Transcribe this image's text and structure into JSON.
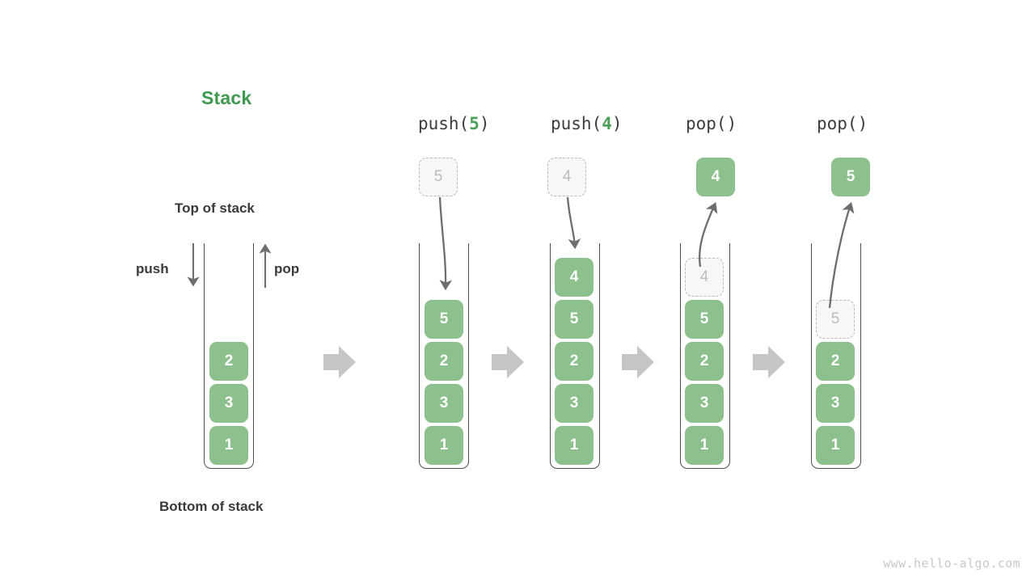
{
  "title": "Stack",
  "watermark": "www.hello-algo.com",
  "colors": {
    "node_green": "#8cc08c",
    "title_green": "#3f9950",
    "arg_green": "#4c9e59",
    "ghost_fill": "#f7f7f7",
    "ghost_border": "#b9b9b9",
    "ghost_text": "#bdbdbd",
    "wall": "#4d4d4d",
    "arrow_gray": "#c6c6c6",
    "curve_gray": "#6e6e6e",
    "text_dark": "#3a3a3a",
    "watermark_gray": "#c9c9c9"
  },
  "labels": {
    "top_of_stack": "Top of stack",
    "bottom_of_stack": "Bottom of stack",
    "push": "push",
    "pop": "pop"
  },
  "columns": [
    {
      "id": "initial",
      "header": null,
      "header_prefix": null,
      "header_arg": null,
      "header_suffix": null,
      "stack": [
        "2",
        "3",
        "1"
      ],
      "floating": null,
      "ghost_in_stack": null,
      "operation": null
    },
    {
      "id": "push-5",
      "header": "push(5)",
      "header_prefix": "push(",
      "header_arg": "5",
      "header_suffix": ")",
      "stack": [
        "5",
        "2",
        "3",
        "1"
      ],
      "floating": {
        "value": "5",
        "style": "ghost"
      },
      "ghost_in_stack": null,
      "operation": "push"
    },
    {
      "id": "push-4",
      "header": "push(4)",
      "header_prefix": "push(",
      "header_arg": "4",
      "header_suffix": ")",
      "stack": [
        "4",
        "5",
        "2",
        "3",
        "1"
      ],
      "floating": {
        "value": "4",
        "style": "ghost"
      },
      "ghost_in_stack": null,
      "operation": "push"
    },
    {
      "id": "pop-4",
      "header": "pop()",
      "header_prefix": "pop()",
      "header_arg": null,
      "header_suffix": null,
      "stack": [
        "5",
        "2",
        "3",
        "1"
      ],
      "floating": {
        "value": "4",
        "style": "solid"
      },
      "ghost_in_stack": {
        "value": "4"
      },
      "operation": "pop"
    },
    {
      "id": "pop-5",
      "header": "pop()",
      "header_prefix": "pop()",
      "header_arg": null,
      "header_suffix": null,
      "stack": [
        "2",
        "3",
        "1"
      ],
      "floating": {
        "value": "5",
        "style": "solid"
      },
      "ghost_in_stack": {
        "value": "5"
      },
      "operation": "pop"
    }
  ],
  "transition_arrows": 4
}
